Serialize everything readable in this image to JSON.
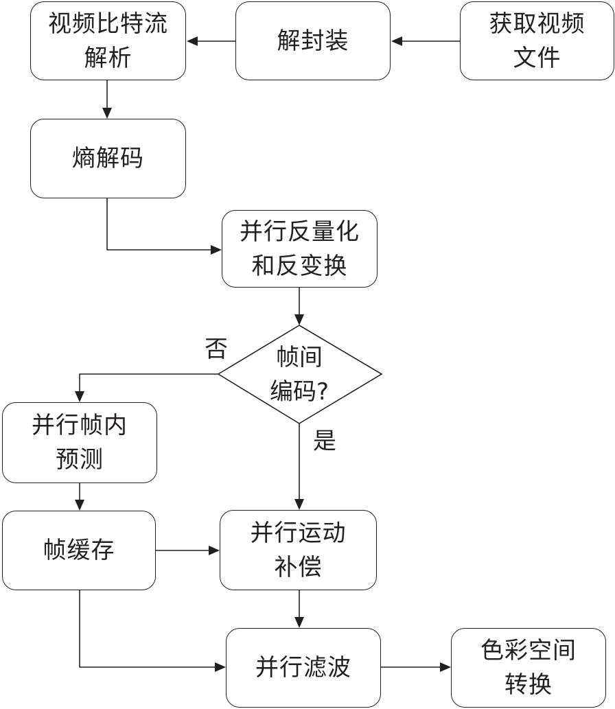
{
  "nodes": {
    "bitstream_parse": "视频比特流\n解析",
    "demux": "解封装",
    "get_video": "获取视频\n文件",
    "entropy_decode": "熵解码",
    "dequant_transform": "并行反量化\n和反变换",
    "inter_decision": "帧间\n编码?",
    "intra_predict": "并行帧内\n预测",
    "frame_buffer": "帧缓存",
    "motion_comp": "并行运动\n补偿",
    "filter": "并行滤波",
    "color_convert": "色彩空间\n转换"
  },
  "edge_labels": {
    "no": "否",
    "yes": "是"
  },
  "colors": {
    "stroke": "#231f20",
    "background": "#ffffff"
  }
}
